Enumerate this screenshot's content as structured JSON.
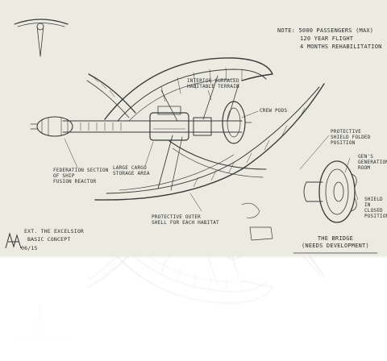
{
  "notes": {
    "line1": "NOTE: 5000 PASSENGERS (MAX)",
    "line2": "120 YEAR FLIGHT",
    "line3": "4 MONTHS REHABILITATION"
  },
  "callouts": {
    "interior_surfaces": "INTERIOR SURFACED\nHABITABLE TERRAIN",
    "crew_pods": "CREW PODS",
    "cargo": "LARGE CARGO\nSTORAGE AREA",
    "federation": "FEDERATION SECTION\nOF SHIP\nFUSION REACTOR",
    "shell": "PROTECTIVE OUTER\nSHELL FOR EACH HABITAT",
    "shield_folded": "PROTECTIVE\nSHIELD FOLDED\nPOSITION",
    "generation_room": "GEN'S\nGENERATION\nROOM",
    "shield_closed": "SHIELD\nIN\nCLOSED\nPOSITION",
    "bridge": "THE BRIDGE\n(NEEDS DEVELOPMENT)"
  },
  "signature": {
    "title": "EXT. THE EXCELSIOR",
    "subtitle": "BASIC CONCEPT",
    "date": "06/15"
  }
}
